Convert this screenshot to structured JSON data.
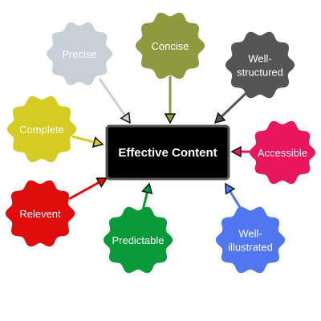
{
  "center": {
    "label": "Effective Content",
    "fill": "#000000",
    "border": "#555555"
  },
  "nodes": [
    {
      "id": "precise",
      "lines": [
        "Precise"
      ],
      "fill": "#c8cfd6",
      "arrow": "#c8cfd6"
    },
    {
      "id": "concise",
      "lines": [
        "Concise"
      ],
      "fill": "#8f9a3e",
      "arrow": "#8f9a3e"
    },
    {
      "id": "well-structured",
      "lines": [
        "Well-",
        "structured"
      ],
      "fill": "#555555",
      "arrow": "#555555"
    },
    {
      "id": "complete",
      "lines": [
        "Complete"
      ],
      "fill": "#d4cc22",
      "arrow": "#d4cc22"
    },
    {
      "id": "accessible",
      "lines": [
        "Accessible"
      ],
      "fill": "#e8175d",
      "arrow": "#e8175d"
    },
    {
      "id": "relevent",
      "lines": [
        "Relevent"
      ],
      "fill": "#e00d0d",
      "arrow": "#e00d0d"
    },
    {
      "id": "predictable",
      "lines": [
        "Predictable"
      ],
      "fill": "#0a9a3a",
      "arrow": "#0a9a3a"
    },
    {
      "id": "well-illustrated",
      "lines": [
        "Well-",
        "illustrated"
      ],
      "fill": "#5076f0",
      "arrow": "#5076f0"
    }
  ]
}
